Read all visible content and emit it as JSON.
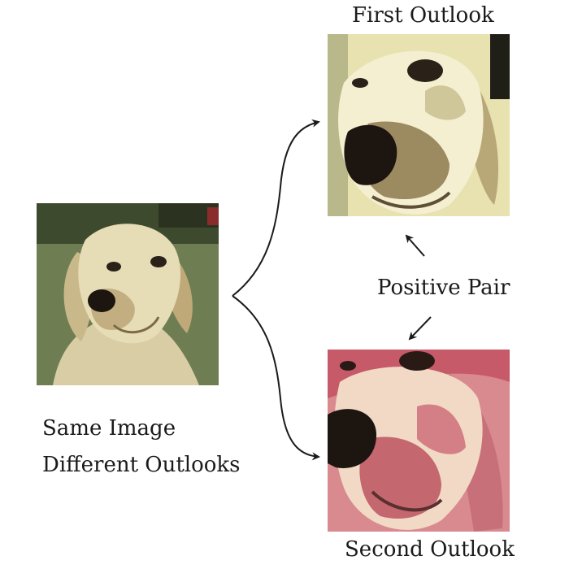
{
  "labels": {
    "first_outlook": "First Outlook",
    "second_outlook": "Second Outlook",
    "positive_pair": "Positive Pair",
    "caption_line1": "Same Image",
    "caption_line2": "Different Outlooks"
  },
  "images": {
    "original": "golden-retriever-photo",
    "first_view": "golden-retriever-crop-yellow",
    "second_view": "golden-retriever-crop-red"
  },
  "colors": {
    "ink": "#1a1a1a",
    "original_bg": "#6f7d52",
    "first_tint": "#e8e2b0",
    "second_tint": "#d98a8e"
  }
}
